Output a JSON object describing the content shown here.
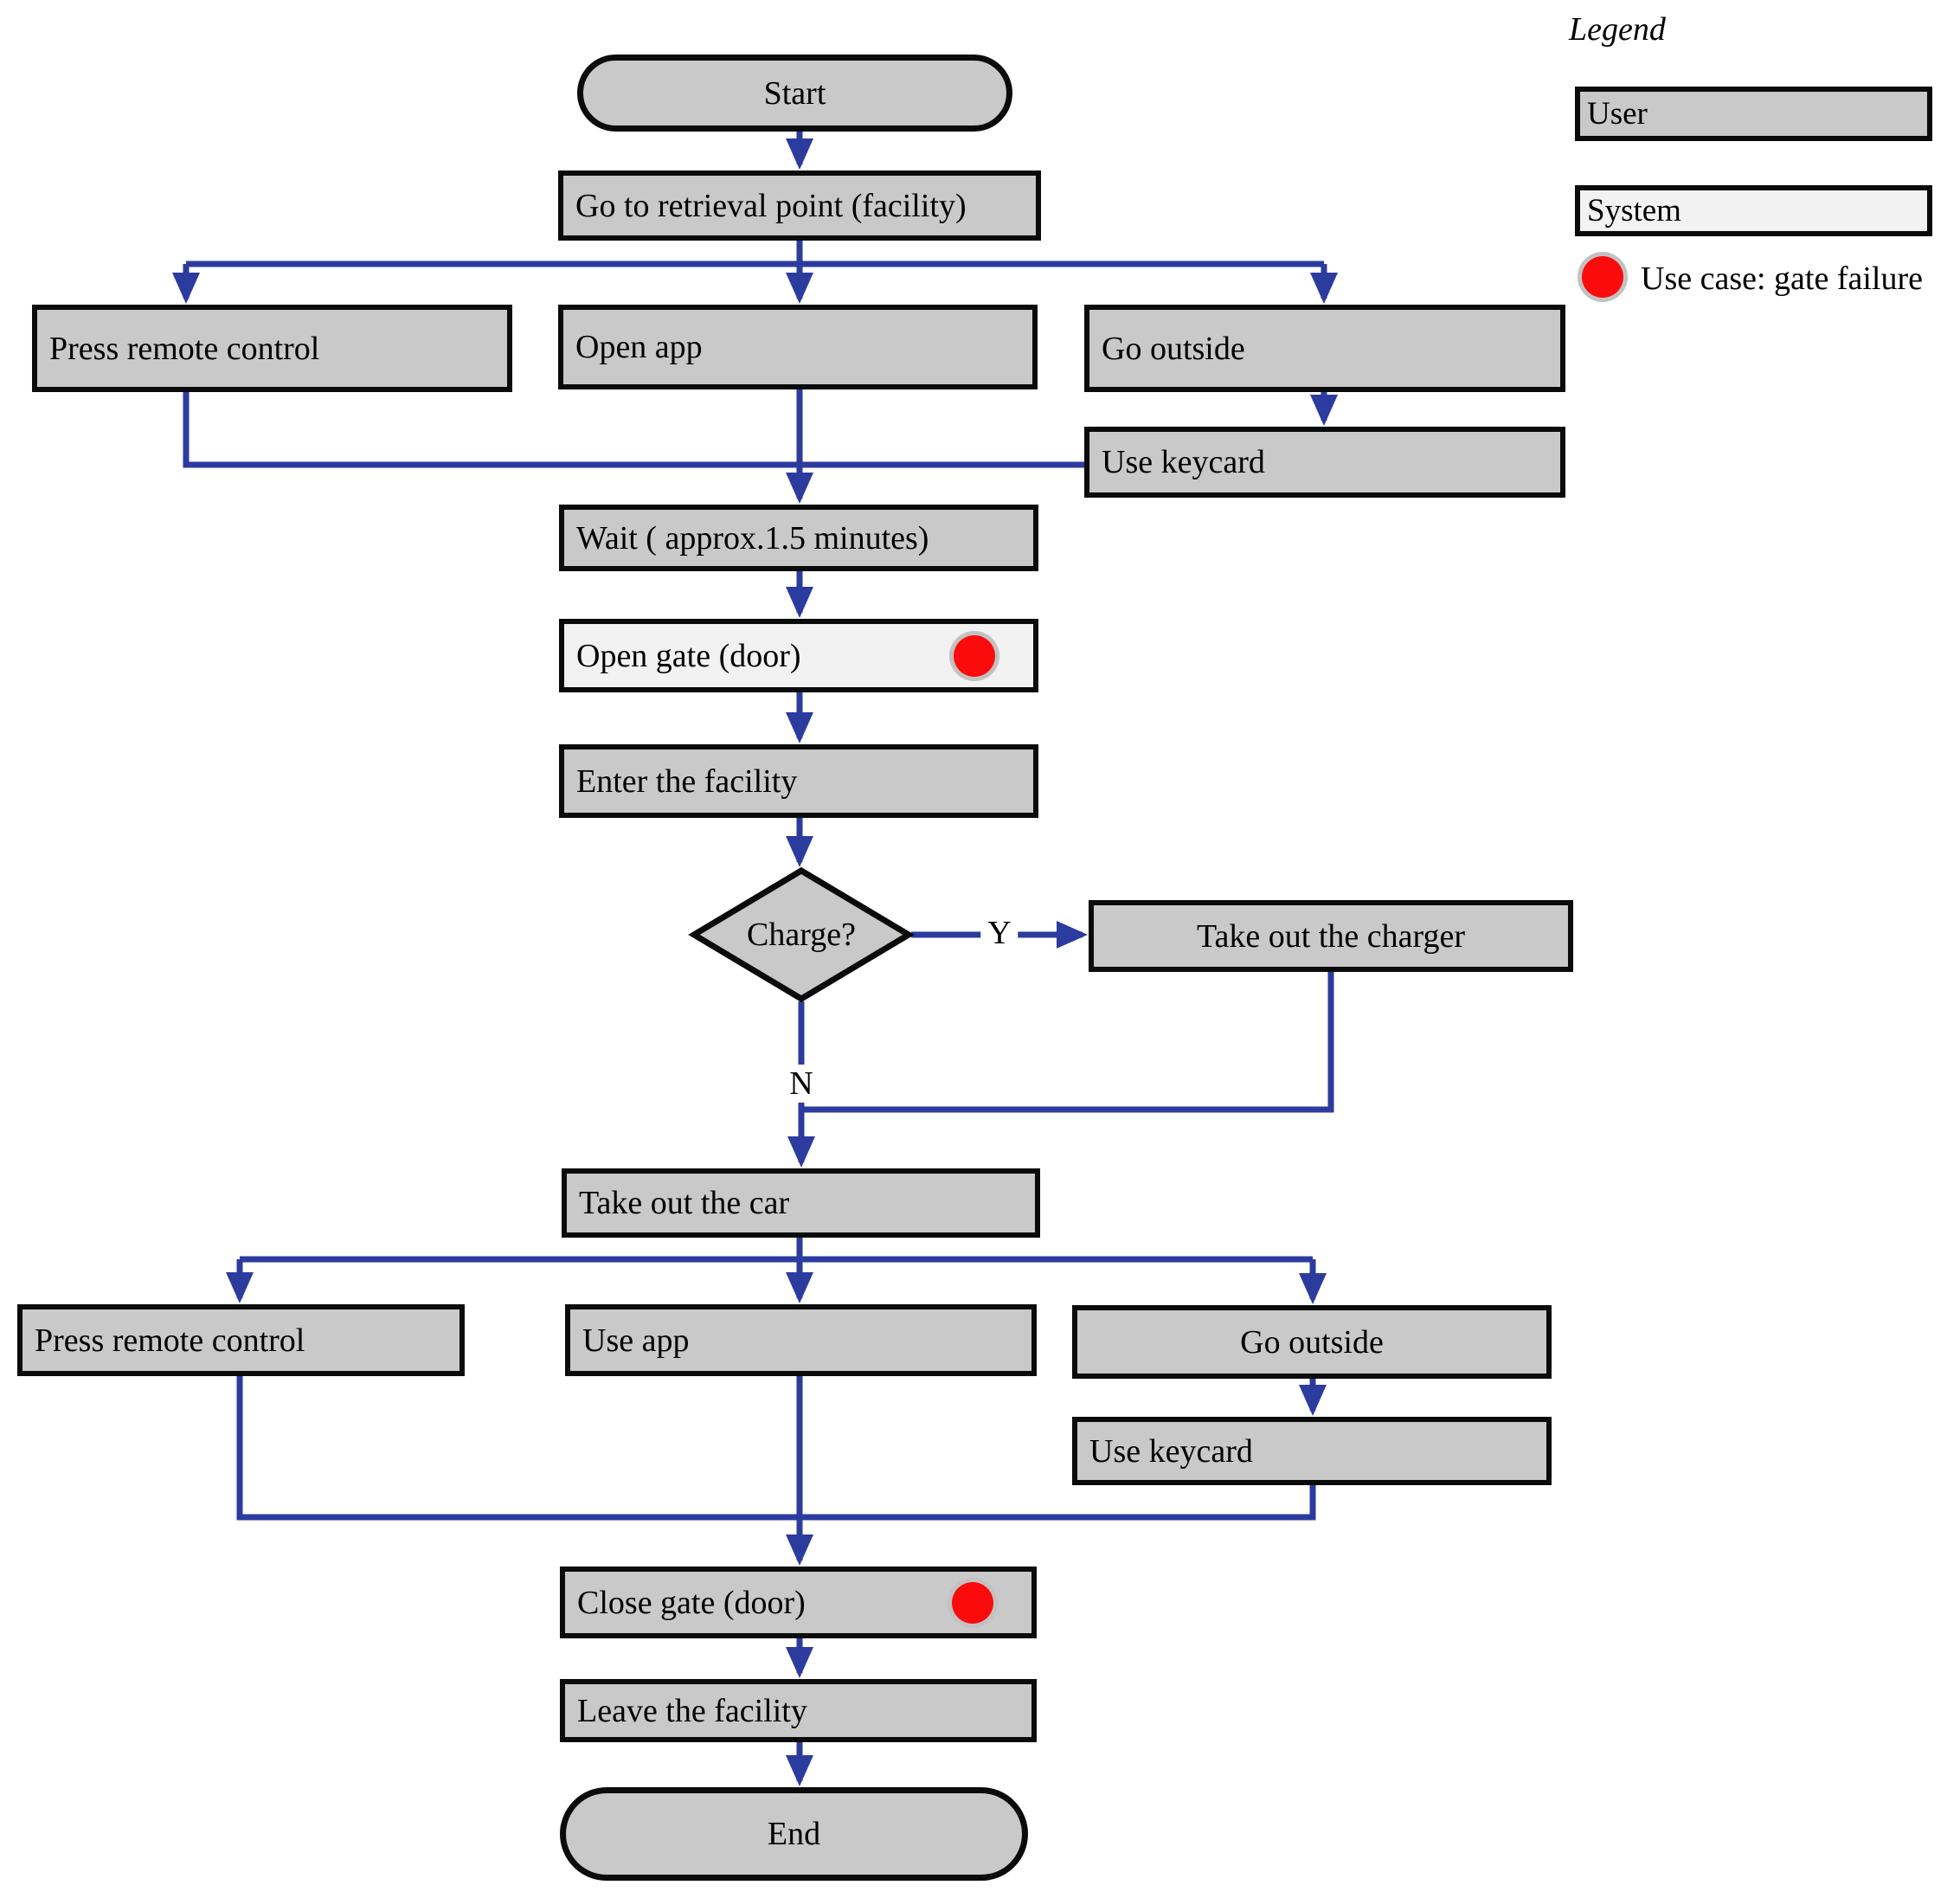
{
  "legend": {
    "title": "Legend",
    "items": [
      {
        "id": "user",
        "label": "User",
        "type": "user"
      },
      {
        "id": "system",
        "label": "System",
        "type": "system"
      },
      {
        "id": "usecase",
        "label": "Use case: gate failure",
        "type": "marker"
      }
    ]
  },
  "colors": {
    "user_fill": "#c9c9c9",
    "system_fill": "#f2f2f2",
    "border": "#0b0b0b",
    "arrow": "#2c3b9e",
    "marker_red": "#fb0b0b",
    "marker_ring": "#c2c2c2"
  },
  "flowchart": {
    "nodes": [
      {
        "id": "start",
        "label": "Start",
        "kind": "terminal"
      },
      {
        "id": "goto",
        "label": "Go to retrieval point (facility)",
        "kind": "user"
      },
      {
        "id": "press1",
        "label": "Press remote control",
        "kind": "user"
      },
      {
        "id": "openapp",
        "label": "Open app",
        "kind": "user"
      },
      {
        "id": "gooutside1",
        "label": "Go outside",
        "kind": "user"
      },
      {
        "id": "keycard1",
        "label": "Use keycard",
        "kind": "user"
      },
      {
        "id": "wait",
        "label": "Wait ( approx.1.5 minutes)",
        "kind": "user"
      },
      {
        "id": "opengate",
        "label": "Open gate (door)",
        "kind": "system",
        "marker": true
      },
      {
        "id": "enter",
        "label": "Enter the facility",
        "kind": "user"
      },
      {
        "id": "charge",
        "label": "Charge?",
        "kind": "decision"
      },
      {
        "id": "charger",
        "label": "Take out the charger",
        "kind": "user",
        "align": "center"
      },
      {
        "id": "takecar",
        "label": "Take out the car",
        "kind": "user"
      },
      {
        "id": "press2",
        "label": "Press remote control",
        "kind": "user"
      },
      {
        "id": "useapp",
        "label": "Use app",
        "kind": "user"
      },
      {
        "id": "gooutside2",
        "label": "Go outside",
        "kind": "user",
        "align": "center"
      },
      {
        "id": "keycard2",
        "label": "Use keycard",
        "kind": "user"
      },
      {
        "id": "closegate",
        "label": "Close gate (door)",
        "kind": "user",
        "marker": true
      },
      {
        "id": "leave",
        "label": "Leave the facility",
        "kind": "user"
      },
      {
        "id": "end",
        "label": "End",
        "kind": "terminal"
      }
    ],
    "edge_labels": [
      {
        "id": "yes",
        "text": "Y"
      },
      {
        "id": "no",
        "text": "N"
      }
    ]
  }
}
